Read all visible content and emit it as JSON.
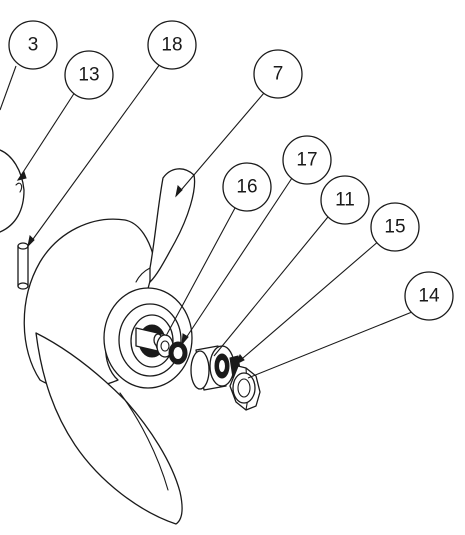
{
  "balloons": [
    {
      "label": "3"
    },
    {
      "label": "13"
    },
    {
      "label": "18"
    },
    {
      "label": "7"
    },
    {
      "label": "16"
    },
    {
      "label": "17"
    },
    {
      "label": "11"
    },
    {
      "label": "15"
    },
    {
      "label": "14"
    }
  ]
}
